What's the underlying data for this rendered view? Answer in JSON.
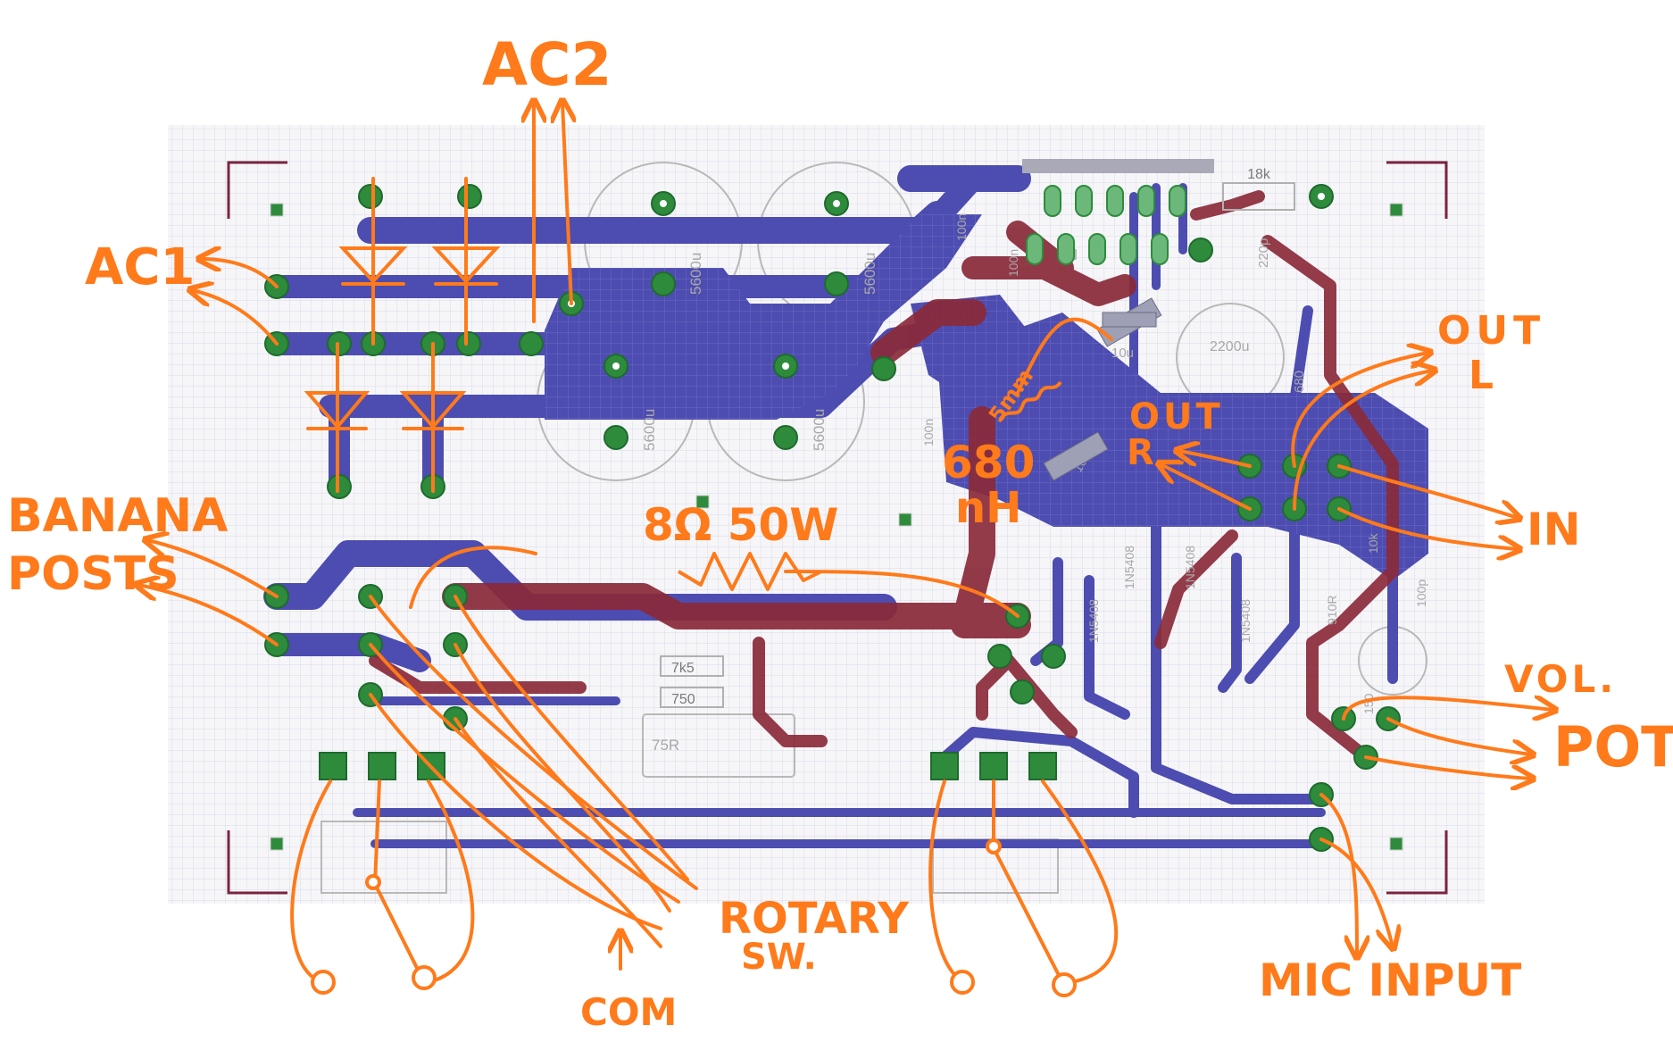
{
  "annotations": {
    "ac1": "AC1",
    "ac2": "AC2",
    "banana_line1": "BANANA",
    "banana_line2": "POSTS",
    "resistor_note": "8Ω 50W",
    "inductor_line1": "680",
    "inductor_line2": "nH",
    "inductor_side": "5mm",
    "out_l_line1": "OUT",
    "out_l_line2": "L",
    "out_r_line1": "OUT",
    "out_r_line2": "R",
    "in_label": "IN",
    "vol_line1": "VOL.",
    "vol_line2": "POT",
    "rotary_line1": "ROTARY",
    "rotary_line2": "SW.",
    "com_label": "COM",
    "mic_label": "MIC INPUT"
  },
  "silkscreen": {
    "r_18k": "18k",
    "c_220p": "220p",
    "c_2200u": "2200u",
    "c_10u": "10u",
    "r_680": "680",
    "c_100n_top": "100n",
    "c_100n_mid": "100n",
    "c_100n_left": "100n",
    "cap_big": "5600u",
    "r_7k5": "7k5",
    "r_750": "750",
    "r_75r": "75R",
    "d_1n5408": "1N5408",
    "r_910r": "910R",
    "r_10k": "10k",
    "c_100p": "100p",
    "r_150": "150",
    "l_10r": "10R"
  },
  "colors": {
    "board": "#f4f4f7",
    "grid": "#d6d6e3",
    "bottom_copper": "#4d4cb0",
    "top_copper": "#8a2a3a",
    "pad": "#2e8b3c",
    "annotation": "#ff7a1a"
  }
}
